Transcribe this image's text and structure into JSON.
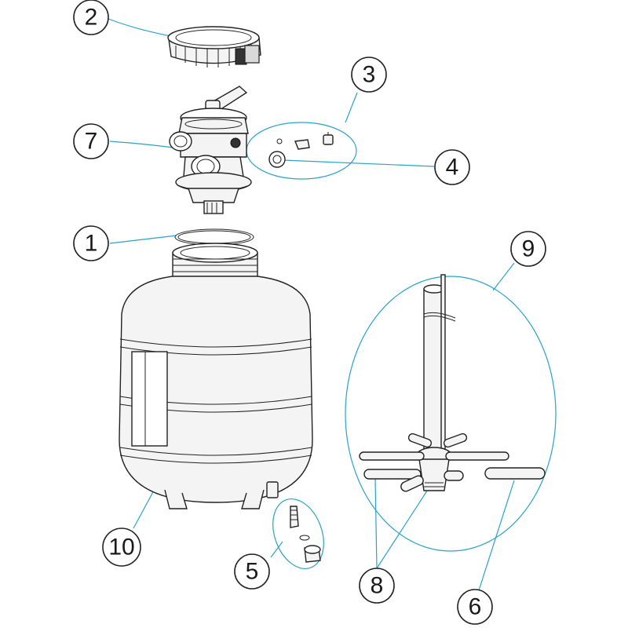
{
  "callouts": [
    {
      "id": "c2",
      "label": "2"
    },
    {
      "id": "c3",
      "label": "3"
    },
    {
      "id": "c7",
      "label": "7"
    },
    {
      "id": "c4",
      "label": "4"
    },
    {
      "id": "c1",
      "label": "1"
    },
    {
      "id": "c9",
      "label": "9"
    },
    {
      "id": "c10",
      "label": "10"
    },
    {
      "id": "c5",
      "label": "5"
    },
    {
      "id": "c8",
      "label": "8"
    },
    {
      "id": "c6",
      "label": "6"
    }
  ],
  "colors": {
    "leader": "#2aa3c8",
    "outline": "#222222",
    "fill": "#f4f4f4"
  }
}
